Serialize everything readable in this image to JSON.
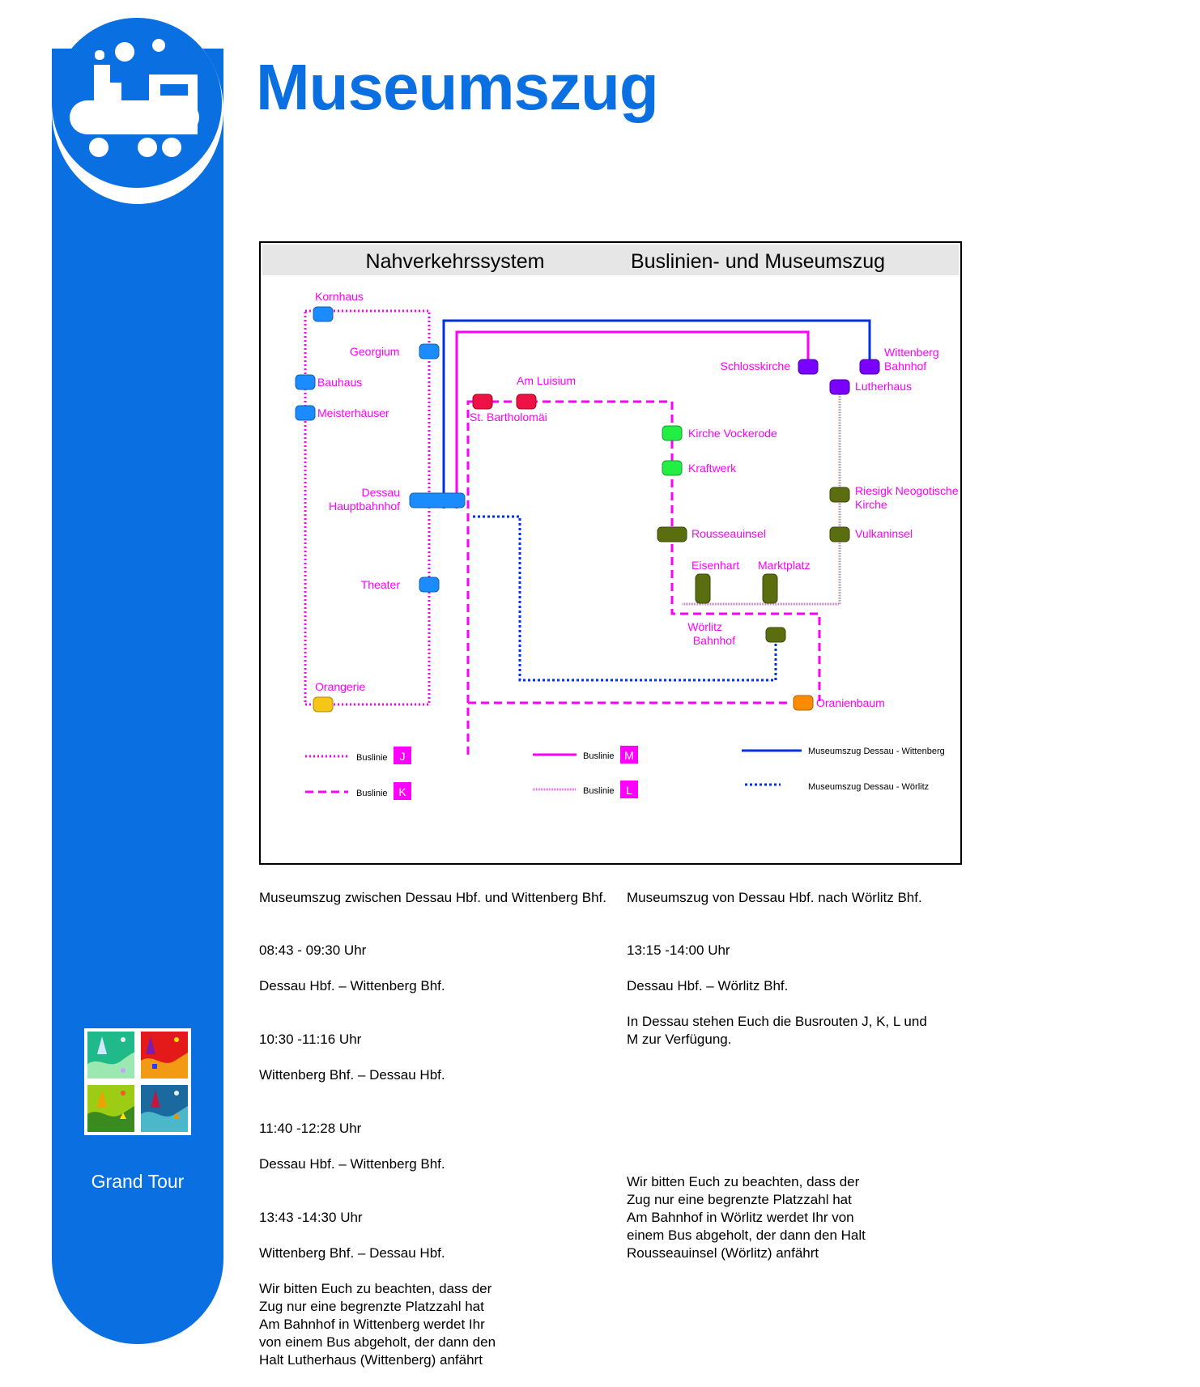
{
  "header": {
    "title": "Museumszug"
  },
  "sidebar": {
    "label": "Grand Tour",
    "accent_color": "#0a6fe0"
  },
  "map": {
    "header_left": "Nahverkehrssystem",
    "header_right": "Buslinien- und Museumszug",
    "stations": {
      "kornhaus": "Kornhaus",
      "georgium": "Georgium",
      "bauhaus": "Bauhaus",
      "meisterhaeuser": "Meisterhäuser",
      "dessau_hbf_1": "Dessau",
      "dessau_hbf_2": "Hauptbahnhof",
      "theater": "Theater",
      "orangerie": "Orangerie",
      "am_luisium": "Am Luisium",
      "st_bartholomaei": "St. Bartholomäi",
      "schlosskirche": "Schlosskirche",
      "wittenberg_bahnhof_1": "Wittenberg",
      "wittenberg_bahnhof_2": "Bahnhof",
      "lutherhaus": "Lutherhaus",
      "kirche_vockerode": "Kirche Vockerode",
      "kraftwerk": "Kraftwerk",
      "riesigk_1": "Riesigk Neogotische",
      "riesigk_2": "Kirche",
      "rousseauinsel": "Rousseauinsel",
      "vulkaninsel": "Vulkaninsel",
      "eisenhart": "Eisenhart",
      "marktplatz": "Marktplatz",
      "woerlitz_bahnhof_1": "Wörlitz",
      "woerlitz_bahnhof_2": "Bahnhof",
      "oranienbaum": "Oranienbaum"
    },
    "legend": {
      "bus_label": "Buslinie",
      "line_j": "J",
      "line_k": "K",
      "line_m": "M",
      "line_l": "L",
      "train_wittenberg": "Museumszug Dessau - Wittenberg",
      "train_woerlitz": "Museumszug Dessau - Wörlitz"
    },
    "colors": {
      "bus_line": "#ff00ff",
      "train_line": "#0033dd",
      "station_dessau": "#1a8cff",
      "station_luisium": "#ee1144",
      "station_wittenberg": "#7a00ff",
      "station_vockerode": "#22ee44",
      "station_woerlitz": "#5a6e10",
      "station_orangerie": "#f5c518",
      "station_oranienbaum": "#ff8c00"
    }
  },
  "schedule_left": {
    "heading": "Museumszug zwischen Dessau Hbf. und Wittenberg Bhf.",
    "trips": [
      {
        "time": "08:43 - 09:30 Uhr",
        "route": "Dessau Hbf. – Wittenberg Bhf."
      },
      {
        "time": "10:30 -11:16 Uhr",
        "route": "Wittenberg Bhf. – Dessau Hbf."
      },
      {
        "time": "11:40 -12:28 Uhr",
        "route": "Dessau Hbf. – Wittenberg Bhf."
      },
      {
        "time": "13:43 -14:30 Uhr",
        "route": "Wittenberg Bhf. – Dessau Hbf."
      }
    ],
    "note": "Wir bitten Euch zu beachten, dass der\nZug nur eine begrenzte Platzzahl hat\nAm Bahnhof in Wittenberg werdet Ihr\nvon einem Bus abgeholt, der dann den\nHalt Lutherhaus (Wittenberg) anfährt"
  },
  "schedule_right": {
    "heading": "Museumszug von Dessau Hbf. nach Wörlitz Bhf.",
    "trips": [
      {
        "time": "13:15 -14:00 Uhr",
        "route": "Dessau Hbf. – Wörlitz Bhf."
      }
    ],
    "info": "In Dessau stehen Euch die Busrouten J, K, L und\nM zur Verfügung.",
    "note": "Wir bitten Euch zu beachten, dass der\nZug nur eine begrenzte Platzzahl hat\nAm Bahnhof in Wörlitz werdet Ihr von\neinem Bus abgeholt, der dann den Halt\nRousseauinsel (Wörlitz) anfährt"
  }
}
